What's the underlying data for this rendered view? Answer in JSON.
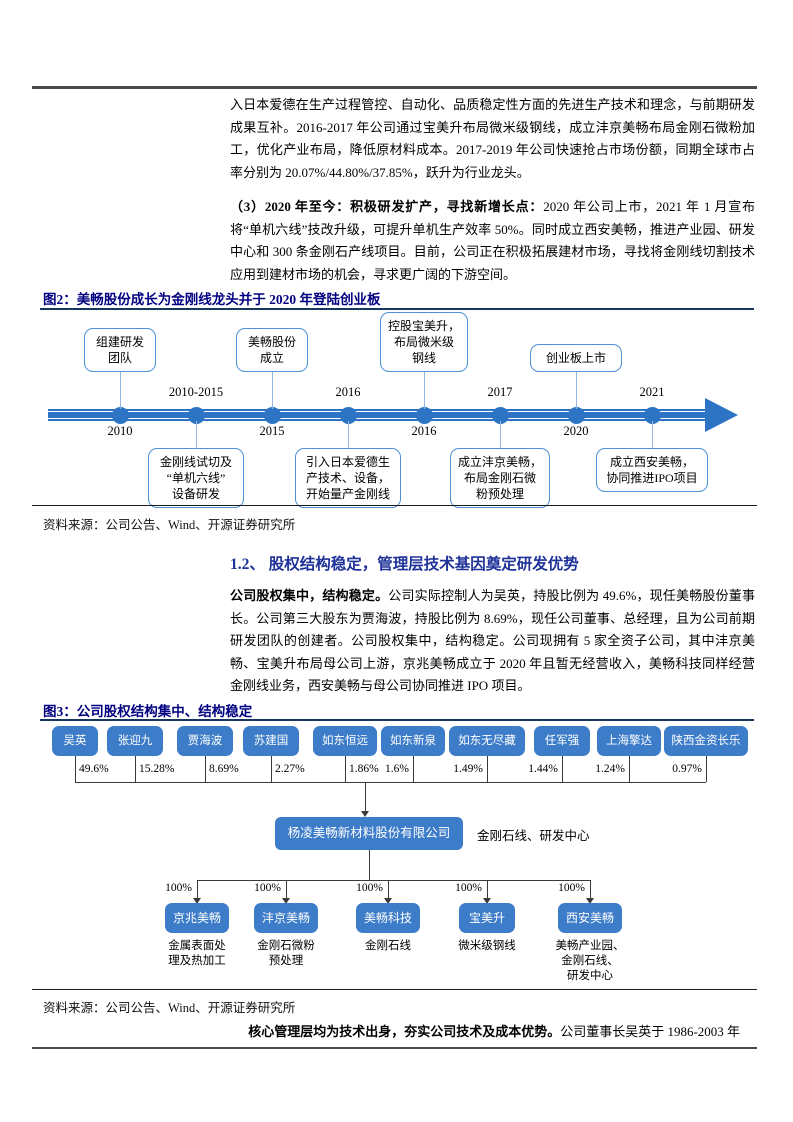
{
  "paragraphs": {
    "p1": "入日本爱德在生产过程管控、自动化、品质稳定性方面的先进生产技术和理念，与前期研发成果互补。2016-2017 年公司通过宝美升布局微米级钢线，成立沣京美畅布局金刚石微粉加工，优化产业布局，降低原材料成本。2017-2019 年公司快速抢占市场份额，同期全球市占率分别为 20.07%/44.80%/37.85%，跃升为行业龙头。",
    "p2_lead": "（3）2020 年至今：积极研发扩产，寻找新增长点：",
    "p2_text": "2020 年公司上市，2021 年 1 月宣布将“单机六线”技改升级，可提升单机生产效率 50%。同时成立西安美畅，推进产业园、研发中心和 300 条金刚石产线项目。目前，公司正在积极拓展建材市场，寻找将金刚线切割技术应用到建材市场的机会，寻求更广阔的下游空间。",
    "p3_lead": "公司股权集中，结构稳定。",
    "p3_text": "公司实际控制人为吴英，持股比例为 49.6%，现任美畅股份董事长。公司第三大股东为贾海波，持股比例为 8.69%，现任公司董事、总经理，且为公司前期研发团队的创建者。公司股权集中，结构稳定。公司现拥有 5 家全资子公司，其中沣京美畅、宝美升布局母公司上游，京兆美畅成立于 2020 年且暂无经营收入，美畅科技同样经营金刚线业务，西安美畅与母公司协同推进 IPO 项目。",
    "p4_lead": "核心管理层均为技术出身，夯实公司技术及成本优势。",
    "p4_text": "公司董事长吴英于 1986-2003 年"
  },
  "section": {
    "title": "1.2、 股权结构稳定，管理层技术基因奠定研发优势"
  },
  "figure2": {
    "caption": "图2：美畅股份成长为金刚线龙头并于 2020 年登陆创业板",
    "source": "资料来源：公司公告、Wind、开源证券研究所",
    "timeline": {
      "events": [
        {
          "year": "2010",
          "label": "组建研发\n团队"
        },
        {
          "year": "2010-2015",
          "label": "金刚线试切及\n“单机六线”\n设备研发"
        },
        {
          "year": "2015",
          "label": "美畅股份\n成立"
        },
        {
          "year": "2016",
          "label": "引入日本爱德生\n产技术、设备，\n开始量产金刚线"
        },
        {
          "year": "2016",
          "label": "控股宝美升，\n布局微米级\n钢线"
        },
        {
          "year": "2017",
          "label": "成立沣京美畅，\n布局金刚石微\n粉预处理"
        },
        {
          "year": "2020",
          "label": "创业板上市"
        },
        {
          "year": "2021",
          "label": "成立西安美畅，\n协同推进IPO项目"
        }
      ]
    }
  },
  "figure3": {
    "caption": "图3：公司股权结构集中、结构稳定",
    "source": "资料来源：公司公告、Wind、开源证券研究所",
    "company": {
      "name": "杨凌美畅新材料股份有限公司",
      "note": "金刚石线、研发中心"
    },
    "ownership_pct": "100%",
    "shareholders": [
      {
        "name": "吴英",
        "pct": "49.6%"
      },
      {
        "name": "张迎九",
        "pct": "15.28%"
      },
      {
        "name": "贾海波",
        "pct": "8.69%"
      },
      {
        "name": "苏建国",
        "pct": "2.27%"
      },
      {
        "name": "如东恒远",
        "pct": "1.86%"
      },
      {
        "name": "如东新泉",
        "pct": "1.6%"
      },
      {
        "name": "如东无尽藏",
        "pct": "1.49%"
      },
      {
        "name": "任军强",
        "pct": "1.44%"
      },
      {
        "name": "上海擎达",
        "pct": "1.24%"
      },
      {
        "name": "陕西金资长乐",
        "pct": "0.97%"
      }
    ],
    "subsidiaries": [
      {
        "name": "京兆美畅",
        "desc": "金属表面处\n理及热加工"
      },
      {
        "name": "沣京美畅",
        "desc": "金刚石微粉\n预处理"
      },
      {
        "name": "美畅科技",
        "desc": "金刚石线"
      },
      {
        "name": "宝美升",
        "desc": "微米级钢线"
      },
      {
        "name": "西安美畅",
        "desc": "美畅产业园、\n金刚石线、\n研发中心"
      }
    ]
  },
  "colors": {
    "box_blue": "#3D7CC8",
    "timeline_blue": "#2E74C4",
    "caption_navy": "#000080",
    "heading_blue": "#1F3299"
  }
}
